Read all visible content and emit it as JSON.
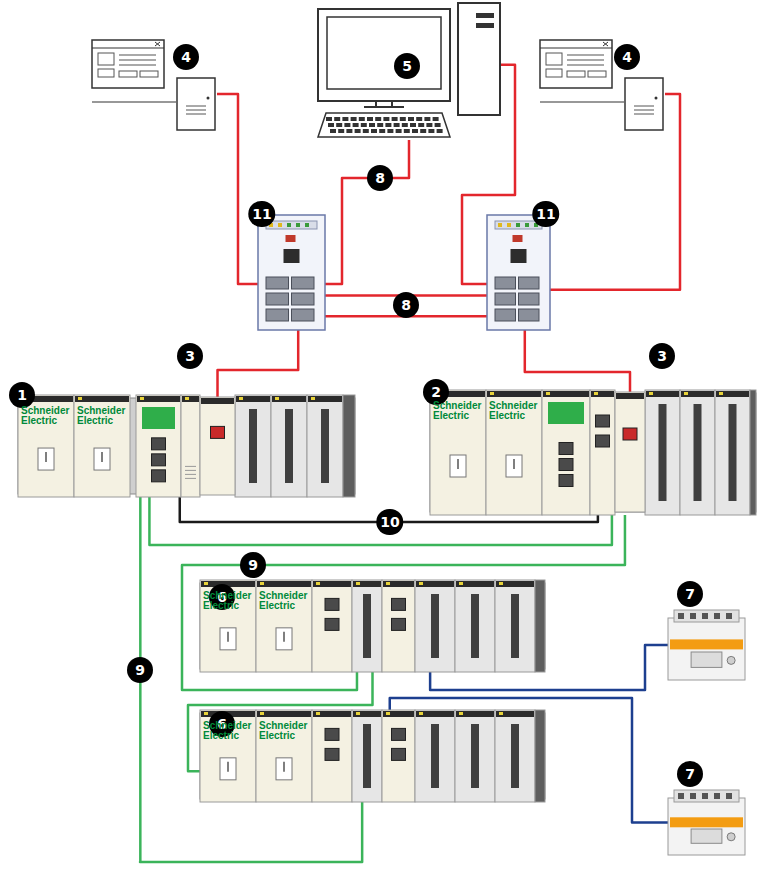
{
  "diagram": {
    "nodes": [
      {
        "text": [
          "4"
        ]
      },
      {
        "text": [
          "5"
        ]
      },
      {
        "text": [
          "4"
        ]
      },
      {
        "text": [
          "11"
        ]
      },
      {
        "text": [
          "11"
        ]
      },
      {
        "text": [
          "1",
          "Schneider Electric",
          "Schneider Electric"
        ]
      },
      {
        "text": [
          "3"
        ],
        "in": 5
      },
      {
        "text": [
          "2",
          "Schneider Electric",
          "Schneider Electric"
        ]
      },
      {
        "text": [
          "3"
        ],
        "in": 7
      },
      {
        "text": [
          "6",
          "Schneider Electric",
          "Schneider Electric"
        ]
      },
      {
        "text": [
          "7"
        ]
      },
      {
        "text": [
          "6",
          "Schneider Electric",
          "Schneider Electric"
        ]
      },
      {
        "text": [
          "7"
        ]
      }
    ],
    "edges": [
      {
        "from": 0,
        "to": 3,
        "arrow": "none"
      },
      {
        "from": 1,
        "to": 3,
        "label": "8",
        "arrow": "none"
      },
      {
        "from": 1,
        "to": 4,
        "arrow": "none"
      },
      {
        "from": 2,
        "to": 4,
        "arrow": "none"
      },
      {
        "from": 3,
        "to": 4,
        "label": "8",
        "arrow": "none"
      },
      {
        "from": 3,
        "to": 4,
        "arrow": "none"
      },
      {
        "from": 3,
        "to": 6,
        "arrow": "none"
      },
      {
        "from": 4,
        "to": 8,
        "arrow": "none"
      },
      {
        "from": 5,
        "to": 7,
        "label": "10",
        "arrow": "none"
      },
      {
        "from": 5,
        "to": 7,
        "arrow": "none"
      },
      {
        "from": 7,
        "to": 9,
        "label": "9",
        "arrow": "none"
      },
      {
        "from": 9,
        "to": 11,
        "arrow": "none"
      },
      {
        "from": 11,
        "to": 5,
        "label": "9",
        "arrow": "none"
      },
      {
        "from": 9,
        "to": 10,
        "arrow": "none"
      },
      {
        "from": 11,
        "to": 12,
        "arrow": "none"
      }
    ]
  }
}
